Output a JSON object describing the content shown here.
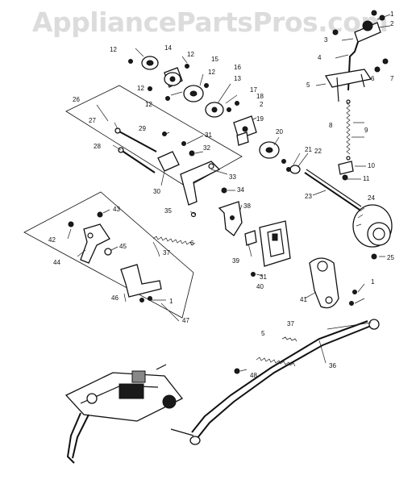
{
  "watermark": "AppliancePartsPros.com",
  "callouts": [
    {
      "id": "c1a",
      "label": "1"
    },
    {
      "id": "c2a",
      "label": "2"
    },
    {
      "id": "c3",
      "label": "3"
    },
    {
      "id": "c4",
      "label": "4"
    },
    {
      "id": "c5",
      "label": "5"
    },
    {
      "id": "c6",
      "label": "6"
    },
    {
      "id": "c7",
      "label": "7"
    },
    {
      "id": "c8",
      "label": "8"
    },
    {
      "id": "c9",
      "label": "9"
    },
    {
      "id": "c10",
      "label": "10"
    },
    {
      "id": "c11",
      "label": "11"
    },
    {
      "id": "c12a",
      "label": "12"
    },
    {
      "id": "c12b",
      "label": "12"
    },
    {
      "id": "c12c",
      "label": "12"
    },
    {
      "id": "c12d",
      "label": "12"
    },
    {
      "id": "c12e",
      "label": "12"
    },
    {
      "id": "c13",
      "label": "13"
    },
    {
      "id": "c14",
      "label": "14"
    },
    {
      "id": "c15",
      "label": "15"
    },
    {
      "id": "c16",
      "label": "16"
    },
    {
      "id": "c17",
      "label": "17"
    },
    {
      "id": "c18",
      "label": "18"
    },
    {
      "id": "c2b",
      "label": "2"
    },
    {
      "id": "c19",
      "label": "19"
    },
    {
      "id": "c20",
      "label": "20"
    },
    {
      "id": "c21",
      "label": "21"
    },
    {
      "id": "c22",
      "label": "22"
    },
    {
      "id": "c23",
      "label": "23"
    },
    {
      "id": "c24",
      "label": "24"
    },
    {
      "id": "c25",
      "label": "25"
    },
    {
      "id": "c26",
      "label": "26"
    },
    {
      "id": "c27",
      "label": "27"
    },
    {
      "id": "c28",
      "label": "28"
    },
    {
      "id": "c29",
      "label": "29"
    },
    {
      "id": "c30",
      "label": "30"
    },
    {
      "id": "c31a",
      "label": "31"
    },
    {
      "id": "c31b",
      "label": "31"
    },
    {
      "id": "c32",
      "label": "32"
    },
    {
      "id": "c33",
      "label": "33"
    },
    {
      "id": "c34",
      "label": "34"
    },
    {
      "id": "c35",
      "label": "35"
    },
    {
      "id": "c36",
      "label": "36"
    },
    {
      "id": "c37a",
      "label": "37"
    },
    {
      "id": "c37b",
      "label": "37"
    },
    {
      "id": "c38",
      "label": "38"
    },
    {
      "id": "c39",
      "label": "39"
    },
    {
      "id": "c40",
      "label": "40"
    },
    {
      "id": "c41",
      "label": "41"
    },
    {
      "id": "c42",
      "label": "42"
    },
    {
      "id": "c43",
      "label": "43"
    },
    {
      "id": "c44",
      "label": "44"
    },
    {
      "id": "c45",
      "label": "45"
    },
    {
      "id": "c46",
      "label": "46"
    },
    {
      "id": "c47",
      "label": "47"
    },
    {
      "id": "c48",
      "label": "48"
    },
    {
      "id": "c5b",
      "label": "5"
    },
    {
      "id": "c6b",
      "label": "6"
    },
    {
      "id": "c1b",
      "label": "1"
    },
    {
      "id": "c1c",
      "label": "1"
    }
  ]
}
